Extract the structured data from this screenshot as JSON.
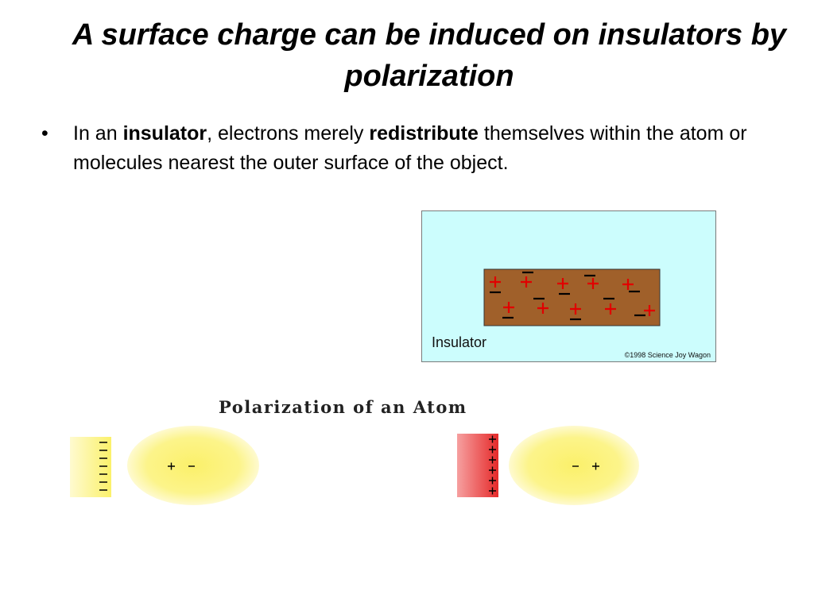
{
  "slide": {
    "title": "A surface charge can be induced on insulators by polarization",
    "bullet": {
      "seg1": "In an ",
      "bold1": "insulator",
      "seg2": ", electrons merely ",
      "bold2": "redistribute",
      "seg3": " themselves within the atom or molecules nearest the outer surface of the object."
    }
  },
  "figure_insulator": {
    "label": "Insulator",
    "credit": "©1998 Science Joy Wagon",
    "colors": {
      "background": "#ccfdfd",
      "block": "#a0602a",
      "plus": "#e00000",
      "minus": "#000000"
    }
  },
  "figure_polarization": {
    "title": "Polarization of an Atom",
    "colors": {
      "atom": "#fbf16a",
      "negative_plate": "#fbf16a",
      "positive_plate": "#ee3333"
    }
  }
}
